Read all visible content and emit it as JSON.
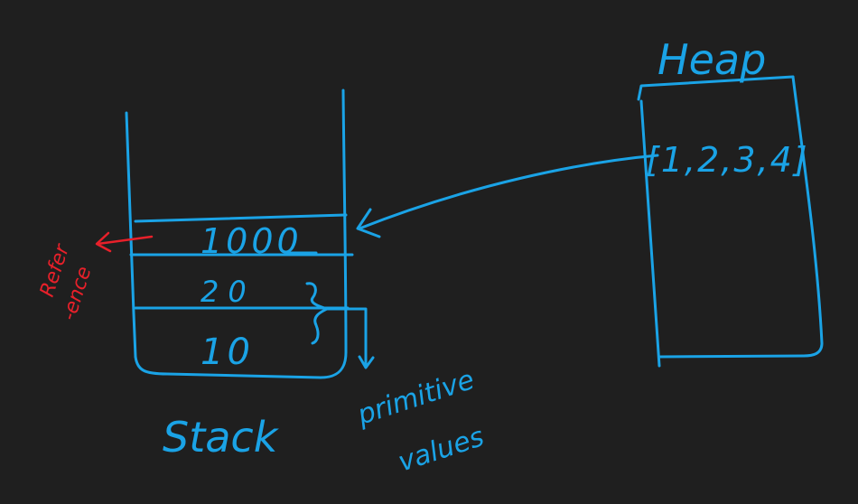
{
  "colors": {
    "background": "#1f1f1f",
    "ink_blue": "#1aa3e6",
    "ink_red": "#e8202a"
  },
  "heap": {
    "title": "Heap",
    "array_value": "[1,2,3,4]"
  },
  "stack": {
    "title": "Stack",
    "reference_value": "1000",
    "primitive_values": [
      "20",
      "10"
    ]
  },
  "labels": {
    "reference_line1": "Refer",
    "reference_line2": "-ence",
    "primitive_line1": "primitive",
    "primitive_line2": "values"
  }
}
